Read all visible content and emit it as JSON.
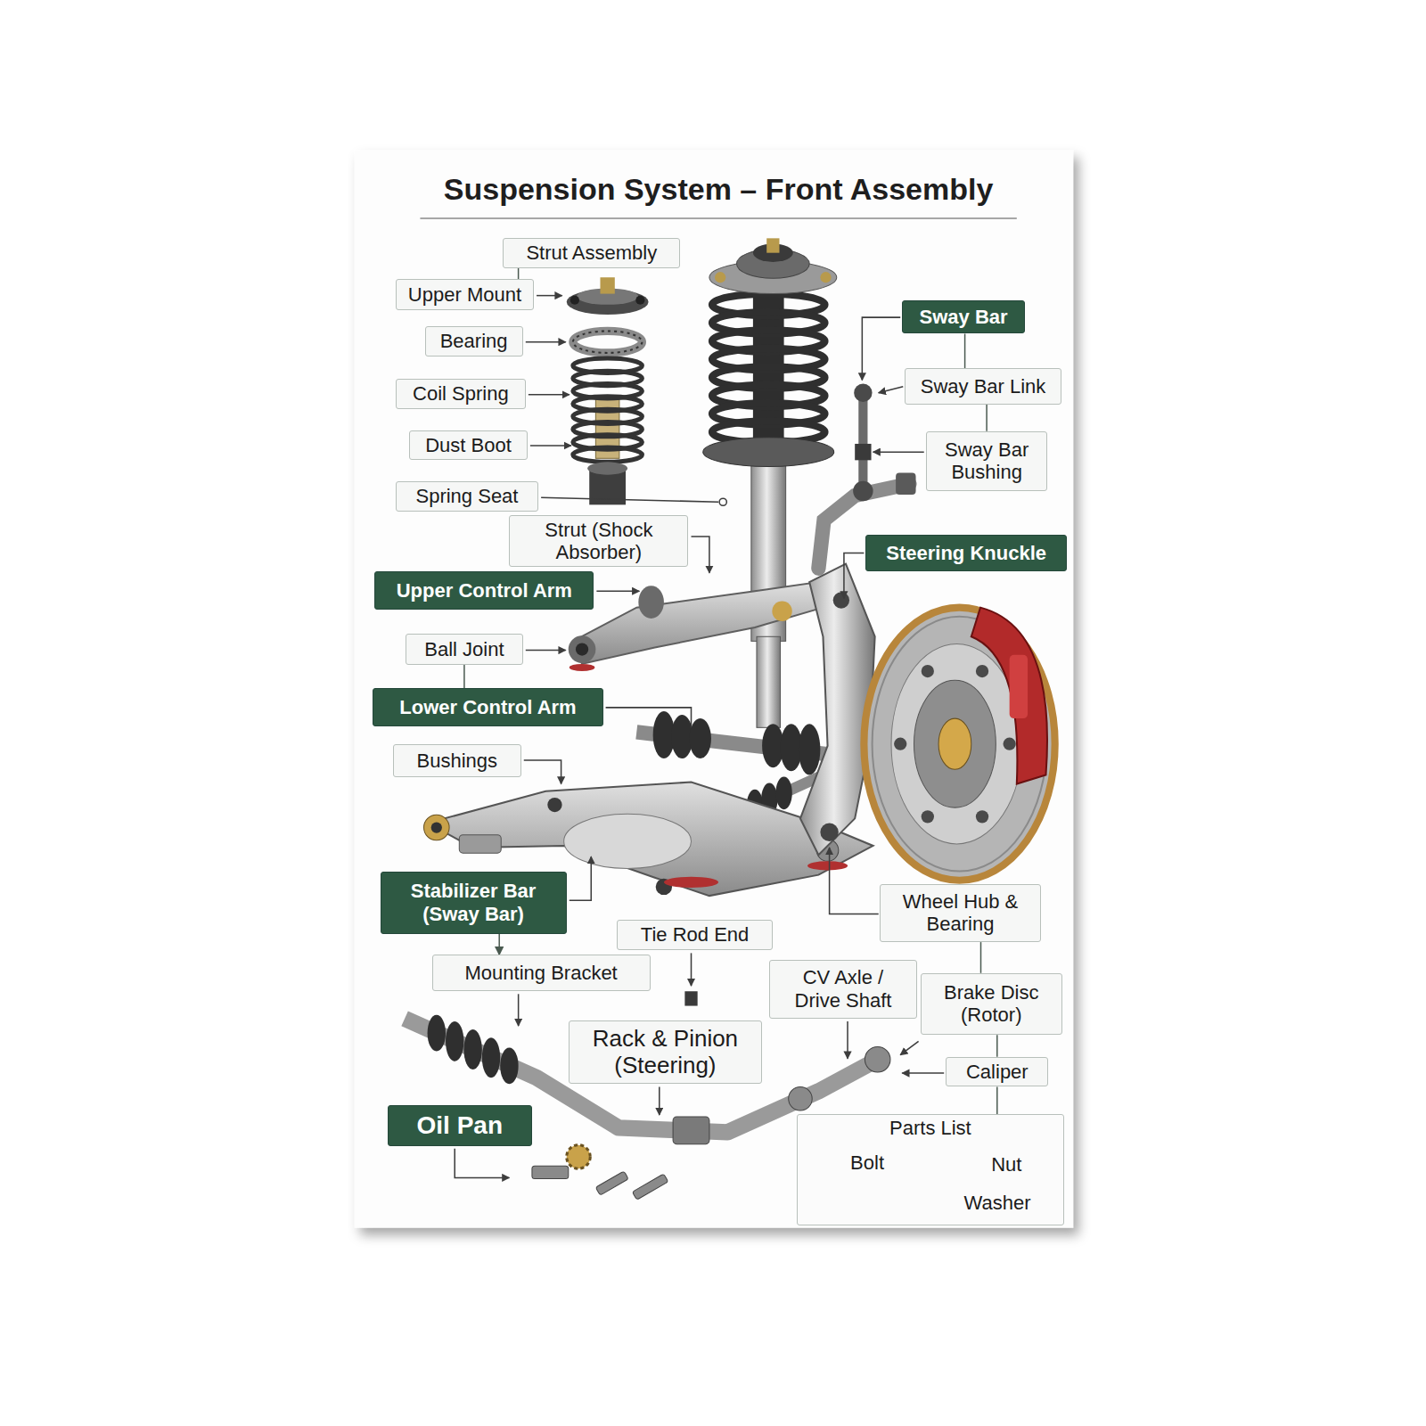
{
  "diagram": {
    "title": "Suspension System – Front Assembly",
    "nodes": [
      {
        "text": [
          "Strut Assembly"
        ]
      },
      {
        "text": [
          "Upper Mount"
        ]
      },
      {
        "text": [
          "Bearing"
        ]
      },
      {
        "text": [
          "Coil Spring"
        ]
      },
      {
        "text": [
          "Dust Boot"
        ]
      },
      {
        "text": [
          "Spring Seat"
        ]
      },
      {
        "text": [
          "Strut (Shock Absorber)"
        ]
      },
      {
        "text": [
          "Sway Bar"
        ]
      },
      {
        "text": [
          "Sway Bar Link"
        ]
      },
      {
        "text": [
          "Sway Bar Bushing"
        ]
      },
      {
        "text": [
          "Steering Knuckle"
        ]
      },
      {
        "text": [
          "Upper Control Arm"
        ]
      },
      {
        "text": [
          "Ball Joint"
        ]
      },
      {
        "text": [
          "Lower Control Arm"
        ]
      },
      {
        "text": [
          "Bushings"
        ]
      },
      {
        "text": [
          "Stabilizer Bar (Sway Bar)"
        ]
      },
      {
        "text": [
          "Tie Rod End"
        ]
      },
      {
        "text": [
          "Wheel Hub & Bearing"
        ]
      },
      {
        "text": [
          "Mounting Bracket"
        ]
      },
      {
        "text": [
          "CV Axle / Drive Shaft"
        ]
      },
      {
        "text": [
          "Brake Disc (Rotor)"
        ]
      },
      {
        "text": [
          "Rack & Pinion (Steering)"
        ]
      },
      {
        "text": [
          "Caliper"
        ]
      },
      {
        "text": [
          "Oil Pan"
        ]
      },
      {
        "text": [
          "Parts List"
        ]
      }
    ],
    "edges": [
      {
        "from": 0,
        "to": 1,
        "arrow": "none"
      },
      {
        "from": 7,
        "to": 8,
        "arrow": "none"
      },
      {
        "from": 8,
        "to": 9,
        "arrow": "none"
      },
      {
        "from": 12,
        "to": 13,
        "arrow": "none"
      },
      {
        "from": 15,
        "to": 18,
        "arrow": "to"
      },
      {
        "from": 17,
        "to": 20,
        "arrow": "none"
      },
      {
        "from": 20,
        "to": 22,
        "arrow": "none"
      },
      {
        "from": 22,
        "to": 24,
        "arrow": "none"
      }
    ],
    "labels": [
      "Bolt",
      "Nut",
      "Washer"
    ]
  }
}
